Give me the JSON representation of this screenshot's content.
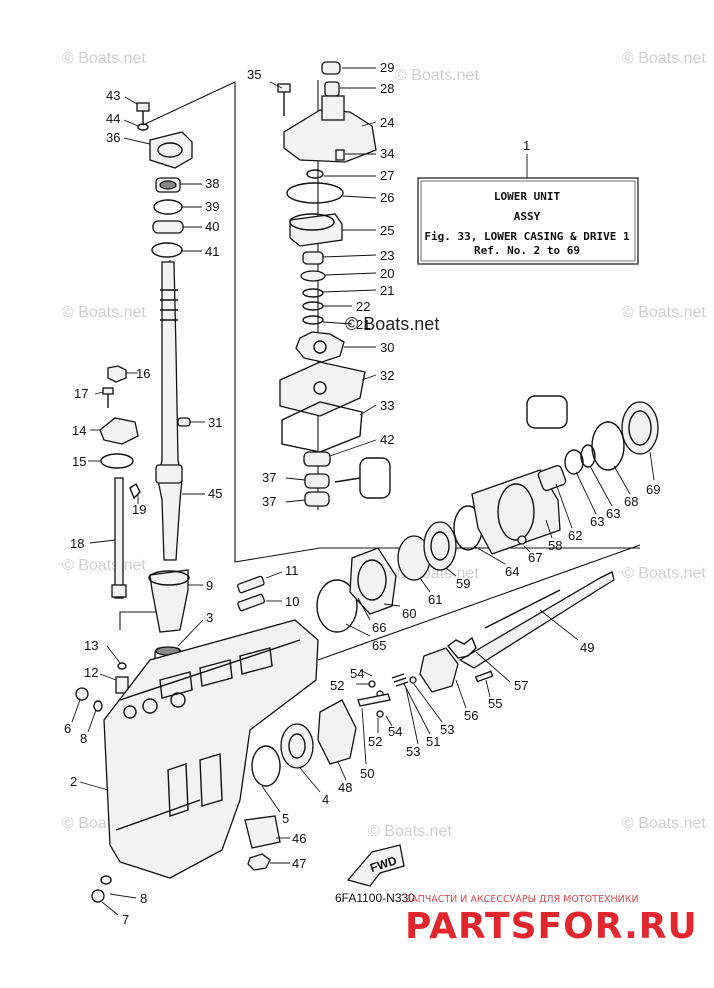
{
  "watermarks": {
    "text": "© Boats.net",
    "center_text": "© Boats.net"
  },
  "info_box": {
    "ref_number": "1",
    "line1": "LOWER UNIT",
    "line2": "ASSY",
    "line3": "Fig. 33, LOWER CASING & DRIVE 1",
    "line4": "Ref. No. 2 to 69"
  },
  "diagram_code": "6FA1100-N330",
  "fwd_label": "FWD",
  "brand": {
    "tagline": "ЗАПЧАСТИ И АКСЕССУАРЫ ДЛЯ МОТОТЕХНИКИ",
    "name": "PARTSFOR.RU"
  },
  "callouts": [
    {
      "n": "29"
    },
    {
      "n": "28"
    },
    {
      "n": "24"
    },
    {
      "n": "34"
    },
    {
      "n": "27"
    },
    {
      "n": "26"
    },
    {
      "n": "25"
    },
    {
      "n": "23"
    },
    {
      "n": "20"
    },
    {
      "n": "21"
    },
    {
      "n": "22"
    },
    {
      "n": "21"
    },
    {
      "n": "30"
    },
    {
      "n": "32"
    },
    {
      "n": "33"
    },
    {
      "n": "42"
    },
    {
      "n": "37"
    },
    {
      "n": "37"
    },
    {
      "n": "35"
    },
    {
      "n": "43"
    },
    {
      "n": "44"
    },
    {
      "n": "36"
    },
    {
      "n": "38"
    },
    {
      "n": "39"
    },
    {
      "n": "40"
    },
    {
      "n": "41"
    },
    {
      "n": "16"
    },
    {
      "n": "17"
    },
    {
      "n": "14"
    },
    {
      "n": "15"
    },
    {
      "n": "31"
    },
    {
      "n": "45"
    },
    {
      "n": "19"
    },
    {
      "n": "18"
    },
    {
      "n": "9"
    },
    {
      "n": "11"
    },
    {
      "n": "10"
    },
    {
      "n": "3"
    },
    {
      "n": "13"
    },
    {
      "n": "12"
    },
    {
      "n": "6"
    },
    {
      "n": "8"
    },
    {
      "n": "2"
    },
    {
      "n": "8"
    },
    {
      "n": "7"
    },
    {
      "n": "5"
    },
    {
      "n": "4"
    },
    {
      "n": "46"
    },
    {
      "n": "47"
    },
    {
      "n": "48"
    },
    {
      "n": "50"
    },
    {
      "n": "52"
    },
    {
      "n": "54"
    },
    {
      "n": "52"
    },
    {
      "n": "54"
    },
    {
      "n": "53"
    },
    {
      "n": "51"
    },
    {
      "n": "53"
    },
    {
      "n": "56"
    },
    {
      "n": "55"
    },
    {
      "n": "57"
    },
    {
      "n": "49"
    },
    {
      "n": "65"
    },
    {
      "n": "66"
    },
    {
      "n": "60"
    },
    {
      "n": "61"
    },
    {
      "n": "59"
    },
    {
      "n": "64"
    },
    {
      "n": "67"
    },
    {
      "n": "58"
    },
    {
      "n": "62"
    },
    {
      "n": "63"
    },
    {
      "n": "63"
    },
    {
      "n": "68"
    },
    {
      "n": "69"
    }
  ]
}
